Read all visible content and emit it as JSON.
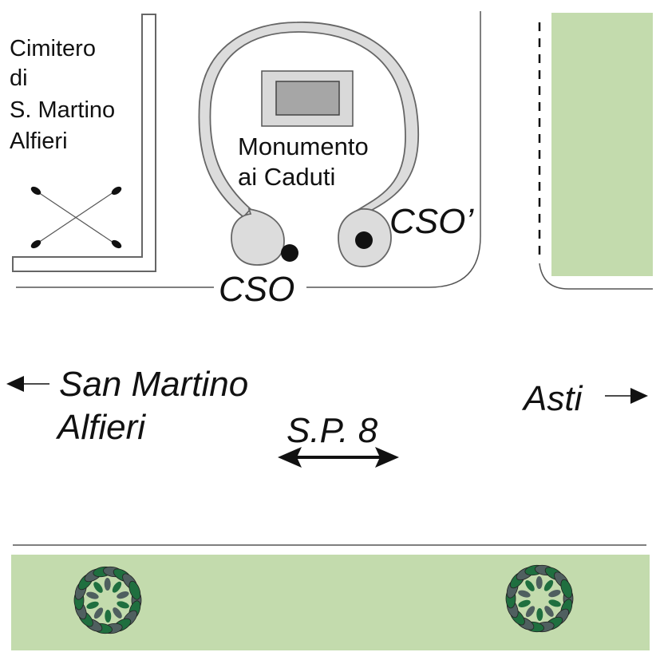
{
  "map": {
    "labels": {
      "cemetery_line1": "Cimitero",
      "cemetery_line2": "di",
      "cemetery_line3": "S. Martino",
      "cemetery_line4": "Alfieri",
      "monument_line1": "Monumento",
      "monument_line2": "ai Caduti",
      "cso": "CSO",
      "cso_prime": "CSO’",
      "west_line1": "San Martino",
      "west_line2": "Alfieri",
      "east": "Asti",
      "road": "S.P. 8"
    },
    "colors": {
      "green_area": "#c3dbad",
      "path_fill": "#dcdcdc",
      "monument_base": "#d9d9d9",
      "monument_top": "#a6a6a6",
      "tree_dark": "#1f6f3f",
      "tree_grey": "#4f5f5f",
      "marker": "#111111",
      "line": "#555555"
    },
    "icons": [
      "cross-icon",
      "arrow-left-icon",
      "arrow-right-icon",
      "double-arrow-icon",
      "tree-icon",
      "marker-icon"
    ]
  }
}
